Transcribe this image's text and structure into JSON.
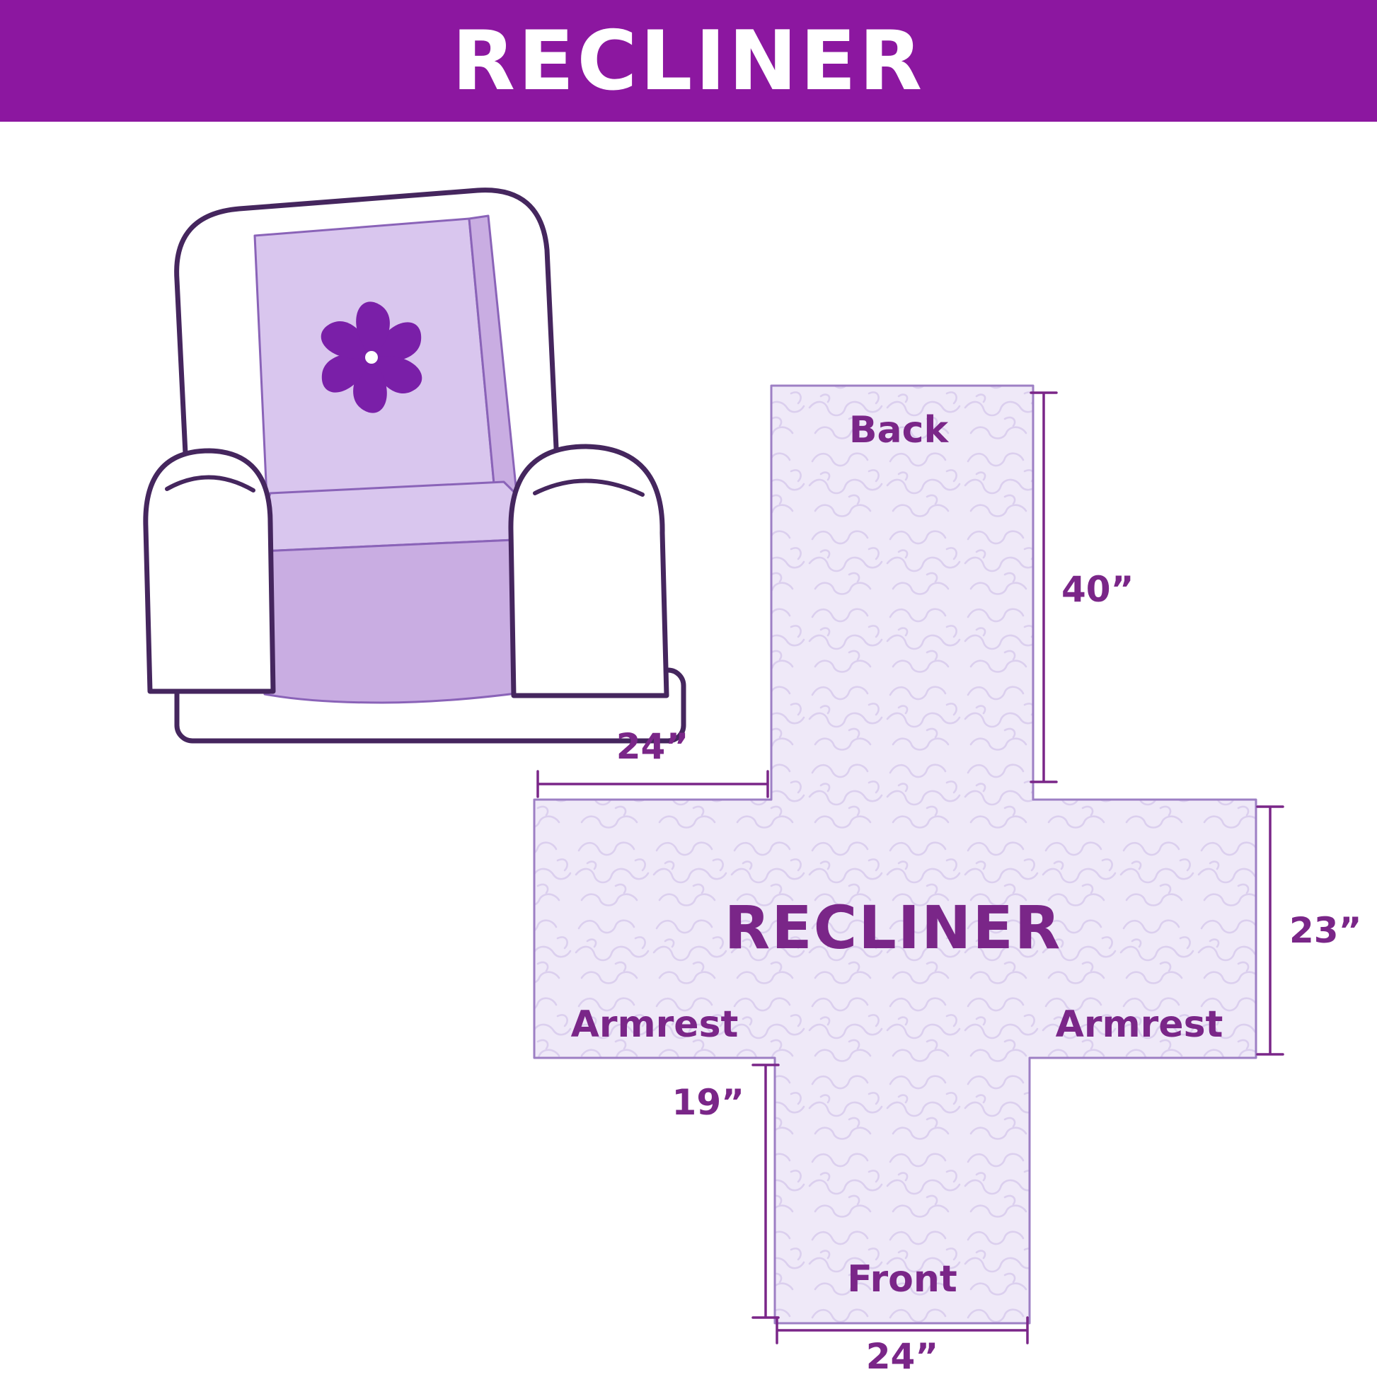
{
  "header": {
    "title": "RECLINER"
  },
  "diagram": {
    "center_label": "RECLINER",
    "panels": {
      "back": "Back",
      "front": "Front",
      "armrest_left": "Armrest",
      "armrest_right": "Armrest"
    },
    "dimensions": {
      "back_height": "40”",
      "armrest_top_width": "24”",
      "side_height": "23”",
      "front_height": "19”",
      "front_width": "24”"
    }
  },
  "illustration": {
    "logo_icon": "pinwheel-icon"
  },
  "colors": {
    "header_bg": "#8c17a0",
    "header_text": "#ffffff",
    "label_text": "#7a2688",
    "cover_fill": "#efe9f8",
    "cover_outline": "#9d7fc4",
    "pattern_stroke": "#dbcfee",
    "chair_outline": "#45265e",
    "cover_light": "#d9c6ee",
    "cover_mid": "#c9ade2",
    "cover_edge": "#8a63b8",
    "pinwheel": "#7a1fa8"
  }
}
